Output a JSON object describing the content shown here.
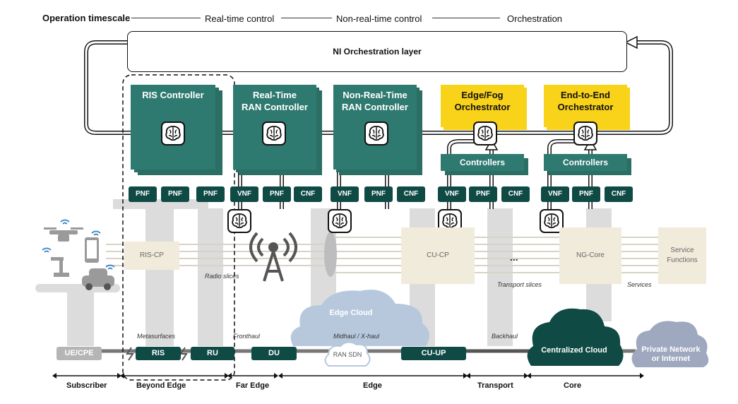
{
  "header": {
    "timescale_label": "Operation timescale",
    "realtime": "Real-time control",
    "nonrealtime": "Non-real-time control",
    "orchestration": "Orchestration"
  },
  "orchestration_layer": "NI Orchestration layer",
  "controllers": {
    "ris": "RIS Controller",
    "rt_line1": "Real-Time",
    "rt_line2": "RAN Controller",
    "nrt_line1": "Non-Real-Time",
    "nrt_line2": "RAN Controller",
    "edge_line1": "Edge/Fog",
    "edge_line2": "Orchestrator",
    "e2e_line1": "End-to-End",
    "e2e_line2": "Orchestrator",
    "controllers_label": "Controllers"
  },
  "functions": {
    "pnf": "PNF",
    "vnf": "VNF",
    "cnf": "CNF"
  },
  "devices": {
    "ris_cp": "RIS-CP",
    "cu_cp": "CU-CP",
    "ellipsis": "...",
    "ng_core": "NG-Core",
    "service_line1": "Service",
    "service_line2": "Functions"
  },
  "labels": {
    "radio_slices": "Radio slices",
    "transport_slices": "Transport slices",
    "services": "Services",
    "metasurfaces": "Metasurfaces",
    "fronthaul": "Fronthaul",
    "midhaul": "Midhaul / X-haul",
    "backhaul": "Backhaul",
    "ran_sdn": "RAN SDN",
    "edge_cloud": "Edge Cloud"
  },
  "bottom": {
    "ue_cpe": "UE/CPE",
    "ris": "RIS",
    "ru": "RU",
    "du": "DU",
    "cu_up": "CU-UP",
    "centralized": "Centralized Cloud",
    "private_line1": "Private Network",
    "private_line2": "or Internet"
  },
  "segments": {
    "subscriber": "Subscriber",
    "beyond_edge": "Beyond Edge",
    "far_edge": "Far Edge",
    "edge": "Edge",
    "transport": "Transport",
    "core": "Core"
  },
  "colors": {
    "teal": "#2f7a70",
    "dark_teal": "#0f4a44",
    "yellow": "#f9d21a",
    "grey": "#b5b5b5",
    "beige": "#f1ebdc"
  }
}
